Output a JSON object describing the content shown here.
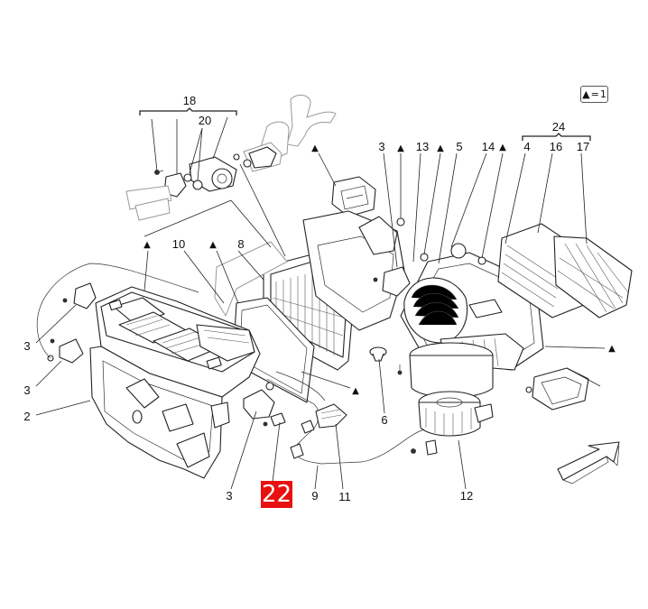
{
  "legend": {
    "symbol": "▲",
    "equals": "=",
    "value": "1"
  },
  "highlight_label": "22",
  "marker": "▲",
  "labels": {
    "l18": "18",
    "l20": "20",
    "l24": "24",
    "l3a": "3",
    "l13": "13",
    "l5": "5",
    "l14": "14",
    "l4": "4",
    "l16": "16",
    "l17": "17",
    "l10": "10",
    "l8": "8",
    "l3b": "3",
    "l3c": "3",
    "l2": "2",
    "l3d": "3",
    "l9": "9",
    "l11": "11",
    "l6": "6",
    "l12": "12"
  },
  "colors": {
    "highlight": "#e8110f",
    "line": "#222222"
  }
}
